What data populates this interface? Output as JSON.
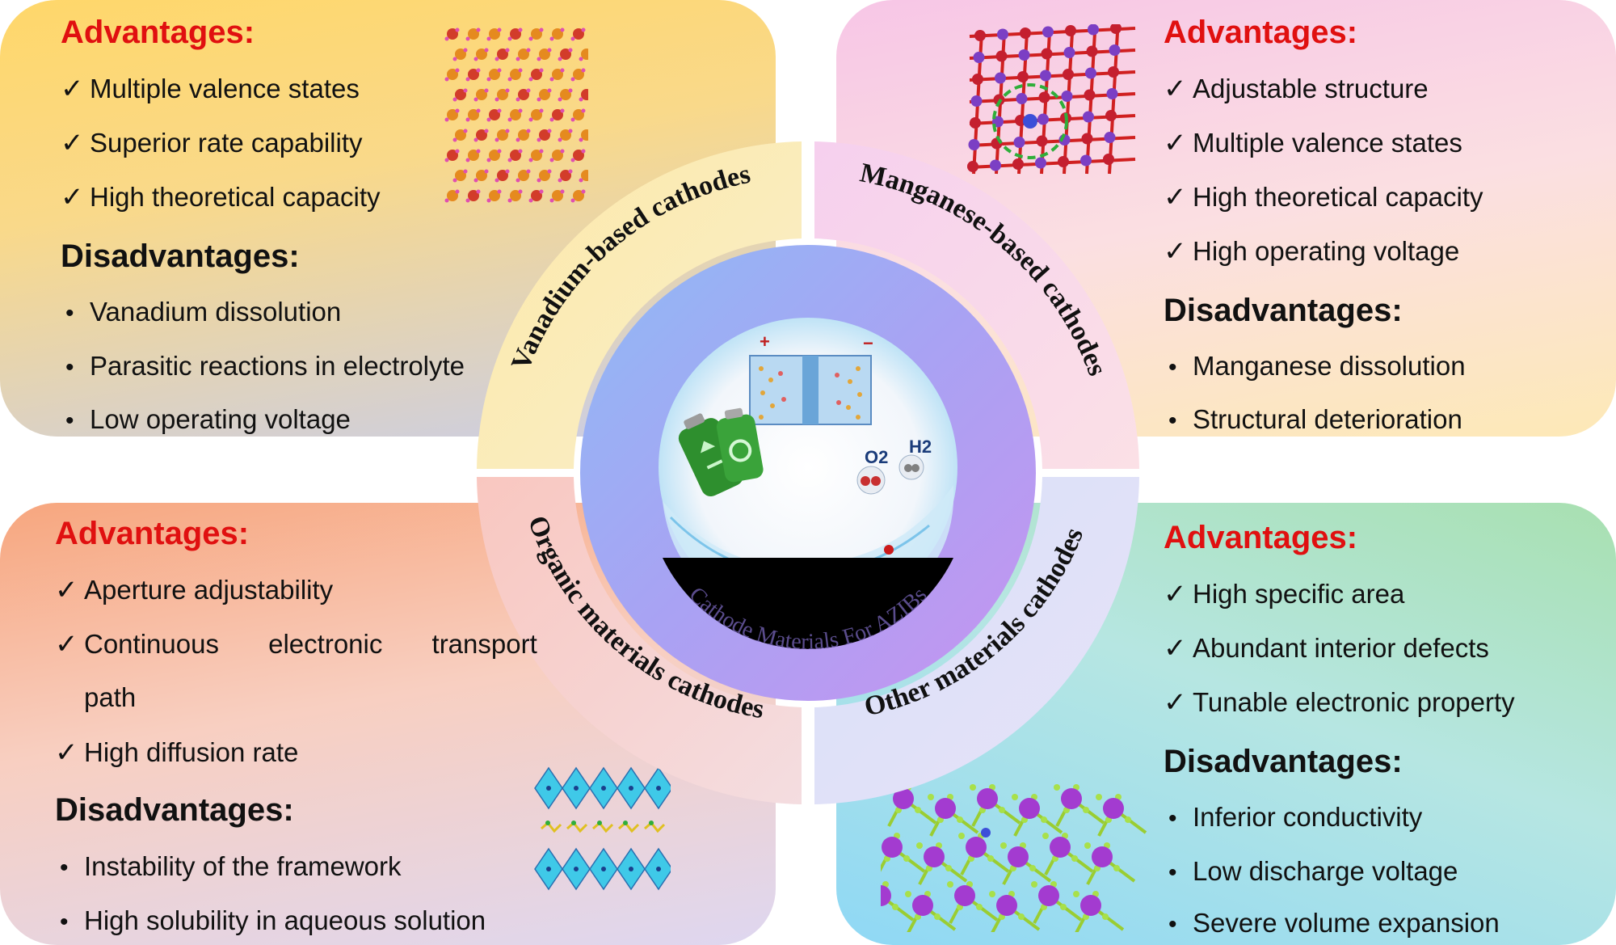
{
  "center": {
    "title": "Cathode Materials For AZIBs"
  },
  "ring": {
    "vanadium": "Vanadium-based cathodes",
    "manganese": "Manganese-based cathodes",
    "organic": "Organic materials cathodes",
    "other": "Other materials cathodes"
  },
  "battery": {
    "plus": "+",
    "minus": "−",
    "o2": "O2",
    "h2": "H2"
  },
  "panels": {
    "vanadium": {
      "advantages_title": "Advantages:",
      "advantages": [
        "Multiple valence states",
        "Superior rate capability",
        "High theoretical capacity"
      ],
      "disadvantages_title": "Disadvantages:",
      "disadvantages": [
        "Vanadium dissolution",
        "Parasitic reactions in electrolyte",
        "Low operating voltage"
      ]
    },
    "manganese": {
      "advantages_title": "Advantages:",
      "advantages": [
        "Adjustable structure",
        "Multiple valence states",
        "High theoretical capacity",
        "High operating voltage"
      ],
      "disadvantages_title": "Disadvantages:",
      "disadvantages": [
        "Manganese dissolution",
        "Structural deterioration"
      ]
    },
    "organic": {
      "advantages_title": "Advantages:",
      "advantages": [
        "Aperture adjustability",
        "Continuous electronic transport",
        "path",
        "High diffusion rate"
      ],
      "disadvantages_title": "Disadvantages:",
      "disadvantages": [
        "Instability of the framework",
        "High solubility in aqueous solution"
      ]
    },
    "other": {
      "advantages_title": "Advantages:",
      "advantages": [
        "High specific area",
        "Abundant interior defects",
        "Tunable electronic property"
      ],
      "disadvantages_title": "Disadvantages:",
      "disadvantages": [
        "Inferior conductivity",
        "Low discharge voltage",
        "Severe volume expansion"
      ]
    }
  },
  "symbols": {
    "check": "✓",
    "bullet": "•"
  },
  "colors": {
    "advantage": "#e01010",
    "ring_text": "#111111"
  }
}
